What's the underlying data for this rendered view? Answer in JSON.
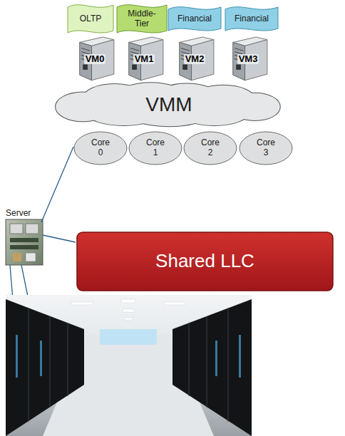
{
  "diagram": {
    "nodes": [
      {
        "text": [
          "OLTP"
        ]
      },
      {
        "text": [
          "Middle-Tier"
        ]
      },
      {
        "text": [
          "Financial"
        ]
      },
      {
        "text": [
          "Financial"
        ]
      },
      {
        "text": [
          "VM0"
        ]
      },
      {
        "text": [
          "VM1"
        ]
      },
      {
        "text": [
          "VM2"
        ]
      },
      {
        "text": [
          "VM3"
        ]
      },
      {
        "text": [
          "VMM"
        ]
      },
      {
        "text": [
          "Core 0"
        ]
      },
      {
        "text": [
          "Core 1"
        ]
      },
      {
        "text": [
          "Core 2"
        ]
      },
      {
        "text": [
          "Core 3"
        ]
      },
      {
        "text": [
          "Shared LLC"
        ]
      }
    ],
    "labels": [
      "Server"
    ]
  }
}
